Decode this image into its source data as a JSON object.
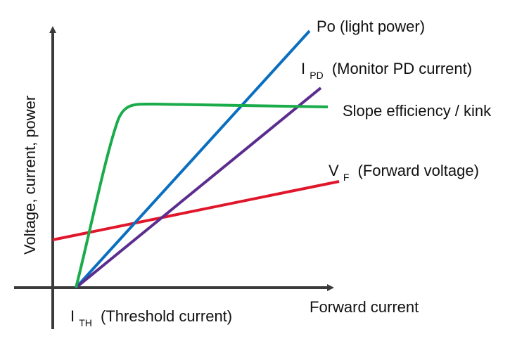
{
  "diagram": {
    "y_axis_label": "Voltage, current, power",
    "x_axis_label": "Forward current",
    "threshold": {
      "main": "I",
      "sub": "TH",
      "rest": "(Threshold current)"
    },
    "curves": [
      {
        "id": "po",
        "main": "Po (light power)",
        "sub": "",
        "rest": "",
        "color": "#0a6fc0"
      },
      {
        "id": "ipd",
        "main": "I",
        "sub": "PD",
        "rest": "(Monitor PD current)",
        "color": "#5b2d8e"
      },
      {
        "id": "slope",
        "main": "Slope efficiency / kink",
        "sub": "",
        "rest": "",
        "color": "#1aab4a"
      },
      {
        "id": "vf",
        "main": "V",
        "sub": "F",
        "rest": "(Forward voltage)",
        "color": "#e0162b"
      }
    ],
    "axis_color": "#3a3a3a"
  }
}
